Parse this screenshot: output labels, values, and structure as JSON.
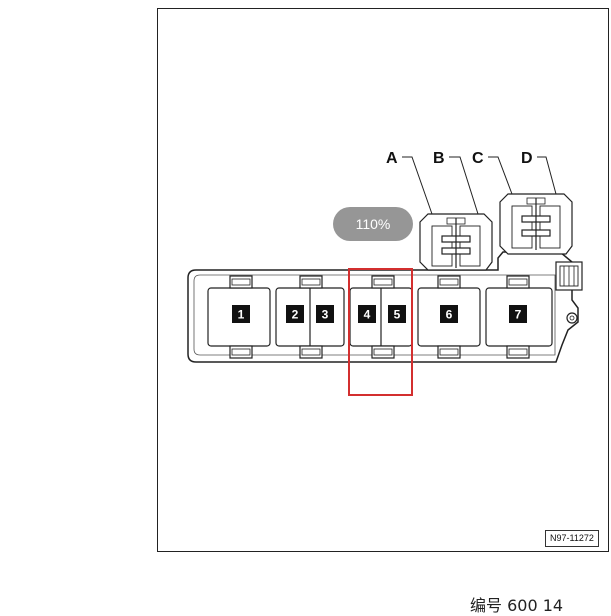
{
  "zoom": {
    "label": "110%"
  },
  "figure": {
    "id": "N97-11272"
  },
  "callouts": {
    "a": "A",
    "b": "B",
    "c": "C",
    "d": "D"
  },
  "slots": [
    "1",
    "2",
    "3",
    "4",
    "5",
    "6",
    "7"
  ],
  "highlight": {
    "color": "#d32f2f",
    "slots": [
      "4",
      "5"
    ]
  },
  "caption": {
    "text": "编号 600 14"
  }
}
